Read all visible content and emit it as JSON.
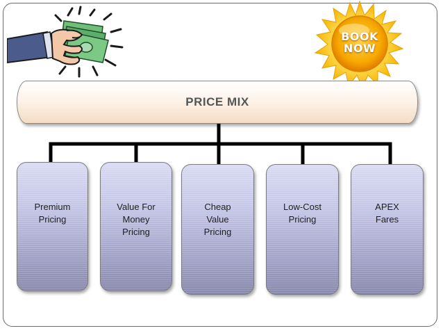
{
  "diagram": {
    "root": {
      "label": "PRICE MIX"
    },
    "children": [
      {
        "label": "Premium\nPricing"
      },
      {
        "label": "Value For\nMoney\nPricing"
      },
      {
        "label": "Cheap\nValue\nPricing"
      },
      {
        "label": "Low-Cost\nPricing"
      },
      {
        "label": "APEX\nFares"
      }
    ]
  },
  "badge": {
    "label": "BOOK\nNOW"
  },
  "colors": {
    "root_fill_top": "#ffffff",
    "root_fill_bottom": "#f5dcc4",
    "child_fill_top": "#d9daf2",
    "child_fill_bottom": "#8788ab",
    "connector": "#000000",
    "badge_sun": "#f7a800",
    "cash_green": "#5cae6a"
  },
  "icons": [
    "hand-holding-cash-icon",
    "book-now-sun-badge-icon"
  ]
}
